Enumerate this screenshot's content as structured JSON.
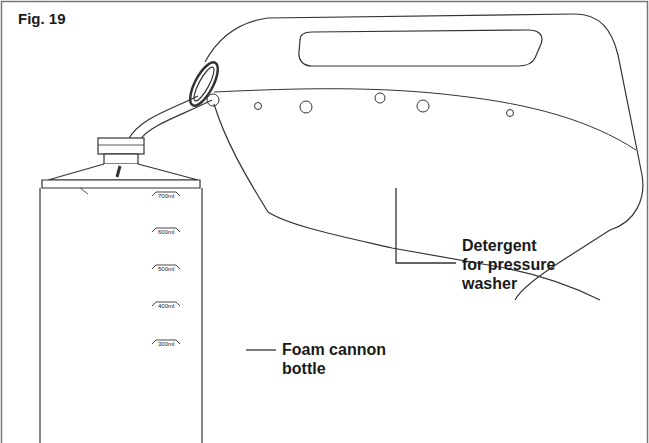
{
  "diagram": {
    "title": "Fig. 19",
    "labels": [
      "Detergent for pressure washer",
      "Foam cannon bottle",
      "700ml",
      "600ml",
      "500ml",
      "400ml",
      "300ml"
    ]
  }
}
